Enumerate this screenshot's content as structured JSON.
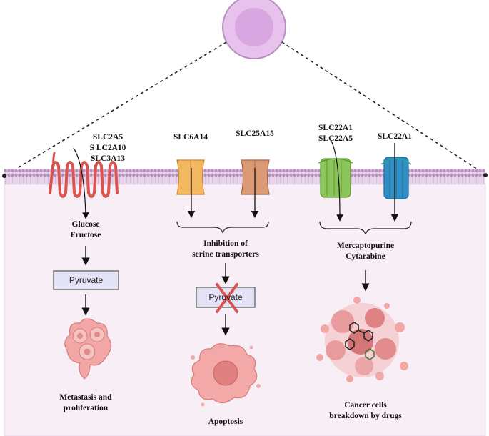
{
  "transporters": {
    "group1": "SLC2A5\nS LC2A10\nSLC3A13",
    "slc6a14": "SLC6A14",
    "slc25a15": "SLC25A15",
    "group3": "SLC22A1\nSLC22A5",
    "slc22a1": "SLC22A1"
  },
  "pathway1": {
    "substrates": "Glucose\nFructose",
    "box": "Pyruvate",
    "outcome": "Metastasis and\nproliferation"
  },
  "pathway2": {
    "effect": "Inhibition of\nserine transporters",
    "box": "Pyruvate",
    "outcome": "Apoptosis"
  },
  "pathway3": {
    "drugs": "Mercaptopurine\nCytarabine",
    "outcome": "Cancer cells\nbreakdown by drugs"
  },
  "colors": {
    "membrane": "#c9a6cf",
    "cytoplasm": "#f8eef5",
    "transporter_red": "#d9534f",
    "transporter_orange": "#f4b860",
    "transporter_brown": "#d99a75",
    "transporter_green": "#8cc65a",
    "transporter_blue": "#2f8fc4",
    "box_fill": "#e3e3f5",
    "cell_pink": "#f2a6a6",
    "cross_red": "#d9534f"
  }
}
